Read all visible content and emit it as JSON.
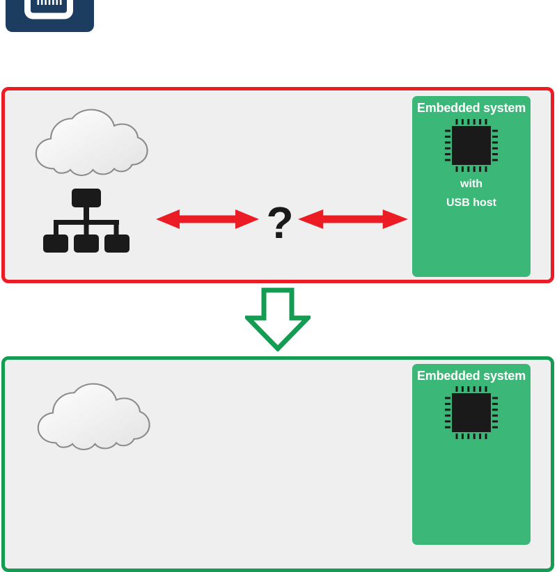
{
  "colors": {
    "red": "#EC1C24",
    "green_fill": "#3BB878",
    "green_stroke": "#149C52",
    "navy": "#1C3D5F",
    "panel_bg": "#EFEFEF",
    "black": "#1A1A1A",
    "white": "#FFFFFF"
  },
  "header": {
    "badge_icon": "ethernet-port-icon"
  },
  "top_panel": {
    "border_color": "#EC1C24",
    "cloud_icon": "cloud-icon",
    "network_icon": "network-tree-icon",
    "left_arrow_icon": "red-double-arrow",
    "right_arrow_icon": "red-double-arrow",
    "question_mark": "?",
    "embedded_box": {
      "fill": "#3BB878",
      "title": "Embedded system",
      "chip_icon": "chip-icon",
      "line1": "with",
      "line2": "USB host"
    }
  },
  "transition": {
    "icon": "down-arrow-icon",
    "color": "#149C52"
  },
  "bottom_panel": {
    "border_color": "#149C52",
    "cloud_icon": "cloud-icon",
    "embedded_box": {
      "fill": "#3BB878",
      "title": "Embedded system",
      "chip_icon": "chip-icon"
    }
  }
}
